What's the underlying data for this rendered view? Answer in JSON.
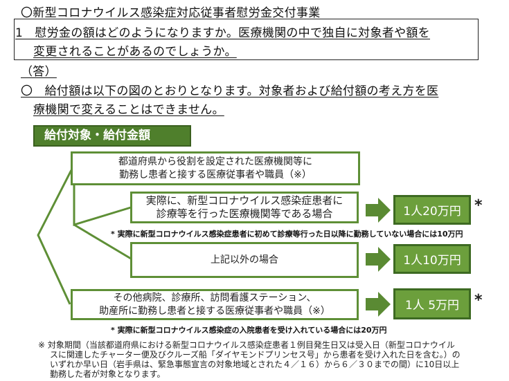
{
  "title": "〇新型コロナウイルス感染症対応従事者慰労金交付事業",
  "question": {
    "line1": "1　慰労金の額はどのようになりますか。医療機関の中で独自に対象者や額を",
    "line2": "変更されることがあるのでしょうか。"
  },
  "answer_label": "（答）",
  "answer": {
    "line1": "〇　給付額は以下の図のとおりとなります。対象者および給付額の考え方を医",
    "line2": "療機関で変えることはできません。"
  },
  "diagram": {
    "heading": "給付対象・給付金額",
    "box_a": [
      "都道府県から役割を設定された医療機関等に",
      "勤務し患者と接する医療従事者や職員（※）"
    ],
    "box_b": [
      "実際に、新型コロナウイルス感染症患者に",
      "診療等を行った医療機関等である場合"
    ],
    "box_c": [
      "上記以外の場合"
    ],
    "box_d": [
      "その他病院、診療所、訪問看護ステーション、",
      "助産所に勤務し患者と接する医療従事者や職員（※）"
    ],
    "amounts": [
      "1人20万円",
      "1人10万円",
      "1人 5万円"
    ],
    "asterisk": "*",
    "note1": "* 実際に新型コロナウイルス感染症患者に初めて診療等行った日以降に勤務していない場合には10万円",
    "note2": "* 実際に新型コロナウイルス感染症の入院患者を受け入れている場合には20万円",
    "colors": {
      "green_dark": "#3d6a22",
      "green_fill": "#6c9f3c",
      "line": "#5e8f36"
    }
  },
  "footnote": [
    "※ 対象期間（当該都道府県における新型コロナウイルス感染症患者１例目発生日又は受入日（新型コロナウイル",
    "スに関連したチャーター便及びクルーズ船「ダイヤモンドプリンセス号」から患者を受け入れた日を含む。）の",
    "いずれか早い日（岩手県は、緊急事態宣言の対象地域とされた４／１６）から６／３０までの間）に10日以上",
    "勤務した者が対象となります。"
  ]
}
